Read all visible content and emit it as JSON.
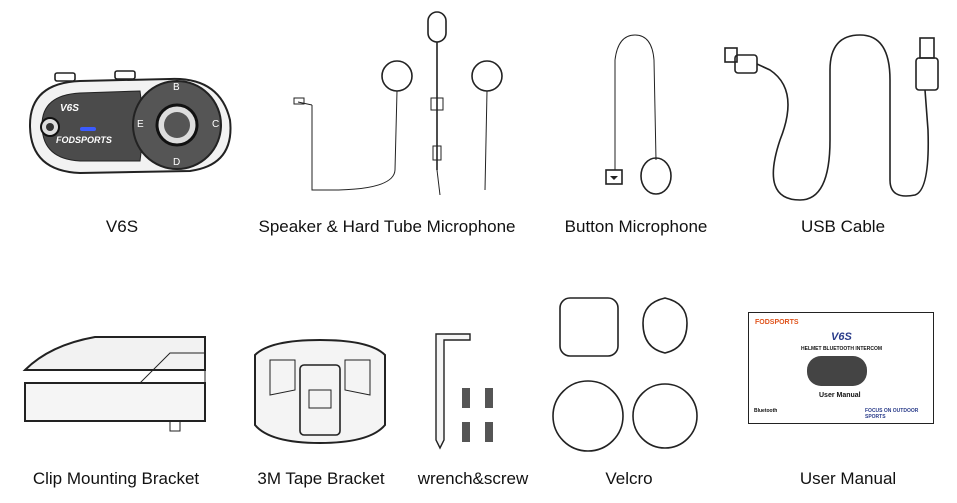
{
  "items": [
    {
      "label": "V6S"
    },
    {
      "label": "Speaker & Hard Tube Microphone"
    },
    {
      "label": "Button Microphone"
    },
    {
      "label": "USB Cable"
    },
    {
      "label": "Clip Mounting Bracket"
    },
    {
      "label": "3M Tape Bracket"
    },
    {
      "label": "wrench&screw"
    },
    {
      "label": "Velcro"
    },
    {
      "label": "User Manual"
    }
  ],
  "device": {
    "model": "V6S",
    "brand": "FODSPORTS",
    "buttons": [
      "B",
      "E",
      "C",
      "D"
    ]
  },
  "manual": {
    "brand": "FODSPORTS",
    "model": "V6S",
    "subtitle": "HELMET BLUETOOTH INTERCOM",
    "title": "User Manual",
    "bluetooth": "Bluetooth",
    "tagline": "FOCUS ON OUTDOOR SPORTS"
  }
}
